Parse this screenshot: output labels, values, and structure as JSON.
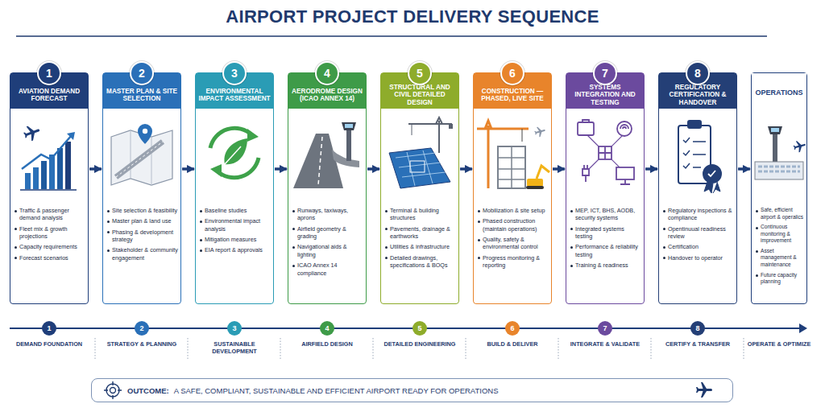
{
  "diagram": {
    "title": "AIRPORT PROJECT DELIVERY SEQUENCE",
    "nodes": [
      {
        "text": [
          "1",
          "AVIATION DEMAND FORECAST",
          "Traffic & passenger demand analysis",
          "Fleet mix & growth projections",
          "Capacity requirements",
          "Forecast scenarios"
        ]
      },
      {
        "text": [
          "2",
          "MASTER PLAN & SITE SELECTION",
          "Site selection & feasibility",
          "Master plan & land use",
          "Phasing & development strategy",
          "Stakeholder & community engagement"
        ]
      },
      {
        "text": [
          "3",
          "ENVIRONMENTAL IMPACT ASSESSMENT",
          "Baseline studies",
          "Environmental impact analysis",
          "Mitigation measures",
          "EIA report & approvals"
        ]
      },
      {
        "text": [
          "4",
          "AERODROME DESIGN (ICAO ANNEX 14)",
          "Runways, taxiways, aprons",
          "Airfield geometry & grading",
          "Navigational aids & lighting",
          "ICAO Annex 14 compliance"
        ]
      },
      {
        "text": [
          "5",
          "STRUCTURAL AND CIVIL DETAILED DESIGN",
          "Terminal & building structures",
          "Pavements, drainage & earthworks",
          "Utilities & infrastructure",
          "Detailed drawings, specifications & BOQs"
        ]
      },
      {
        "text": [
          "6",
          "CONSTRUCTION — PHASED, LIVE SITE",
          "Mobilization & site setup",
          "Phased construction (maintain operations)",
          "Quality, safety & environmental control",
          "Progress monitoring & reporting"
        ]
      },
      {
        "text": [
          "7",
          "SYSTEMS INTEGRATION AND TESTING",
          "MEP, ICT, BHS, AODB, security systems",
          "Integrated systems testing",
          "Performance & reliability testing",
          "Training & readiness"
        ]
      },
      {
        "text": [
          "8",
          "REGULATORY CERTIFICATION & HANDOVER",
          "Regulatory inspections & compliance",
          "Opentinuual readiness review",
          "Certification",
          "Handover to operator"
        ]
      },
      {
        "text": [
          "OPERATIONS",
          "Safe, efficient airport & operalics",
          "Continuous monitoring & improvement",
          "Asset management & maintenance",
          "Future capacity planning"
        ]
      },
      {
        "text": [
          "1",
          "DEMAND FOUNDATION"
        ]
      },
      {
        "text": [
          "2",
          "STRATEGY & PLANNING"
        ]
      },
      {
        "text": [
          "3",
          "SUSTAINABLE DEVELOPMENT"
        ]
      },
      {
        "text": [
          "4",
          "AIRFIELD DESIGN"
        ]
      },
      {
        "text": [
          "5",
          "DETAILED ENGINEERING"
        ]
      },
      {
        "text": [
          "6",
          "BUILD & DELIVER"
        ]
      },
      {
        "text": [
          "7",
          "INTEGRATE & VALIDATE"
        ]
      },
      {
        "text": [
          "8",
          "CERTIFY & TRANSFER"
        ]
      },
      {
        "text": [
          "OUTCOME:",
          "A SAFE, COMPLIANT, SUSTAINABLE AND EFFICIENT AIRPORT READY FOR OPERATIONS"
        ]
      }
    ],
    "edges": [
      {
        "from": 0,
        "to": 1,
        "arrow": "to"
      },
      {
        "from": 1,
        "to": 2,
        "arrow": "to"
      },
      {
        "from": 2,
        "to": 3,
        "arrow": "to"
      },
      {
        "from": 3,
        "to": 4,
        "arrow": "to"
      },
      {
        "from": 4,
        "to": 5,
        "arrow": "to"
      },
      {
        "from": 5,
        "to": 6,
        "arrow": "to"
      },
      {
        "from": 6,
        "to": 7,
        "arrow": "to"
      },
      {
        "from": 7,
        "to": 8,
        "arrow": "to"
      },
      {
        "from": 9,
        "to": 10,
        "arrow": "none"
      },
      {
        "from": 10,
        "to": 11,
        "arrow": "none"
      },
      {
        "from": 11,
        "to": 12,
        "arrow": "none"
      },
      {
        "from": 12,
        "to": 13,
        "arrow": "none"
      },
      {
        "from": 13,
        "to": 14,
        "arrow": "none"
      },
      {
        "from": 14,
        "to": 15,
        "arrow": "none"
      },
      {
        "from": 15,
        "to": 16,
        "arrow": "none"
      }
    ],
    "labels": [
      "OPERATE & OPTIMIZE"
    ]
  }
}
